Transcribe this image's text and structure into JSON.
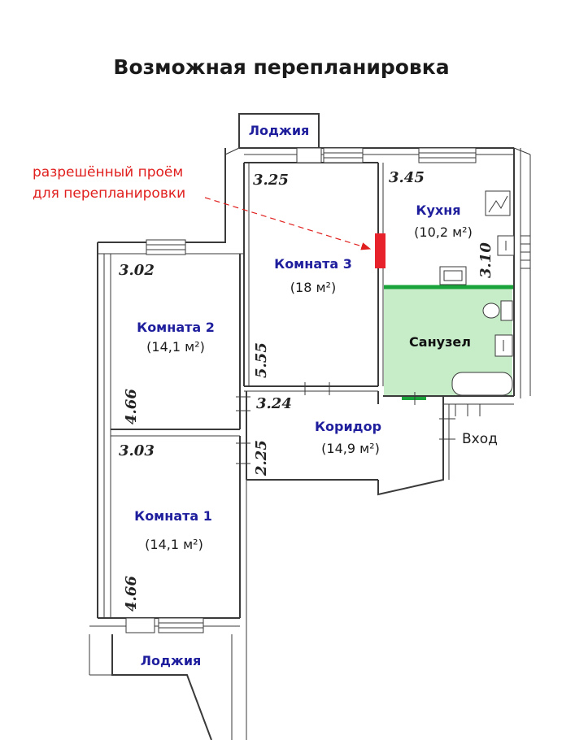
{
  "title": "Возможная перепланировка",
  "note": {
    "line1": "разрешённый проём",
    "line2": "для перепланировки"
  },
  "rooms": {
    "loggia_top": "Лоджия",
    "loggia_bottom": "Лоджия",
    "kitchen": {
      "name": "Кухня",
      "area": "(10,2 м²)"
    },
    "room3": {
      "name": "Комната 3",
      "area": "(18 м²)"
    },
    "room2": {
      "name": "Комната 2",
      "area": "(14,1 м²)"
    },
    "room1": {
      "name": "Комната 1",
      "area": "(14,1 м²)"
    },
    "bathroom": {
      "name": "Санузел"
    },
    "corridor": {
      "name": "Коридор",
      "area": "(14,9 м²)"
    },
    "entrance": "Вход"
  },
  "dimensions": {
    "d_325": "3.25",
    "d_345": "3.45",
    "d_302": "3.02",
    "d_310": "3.10",
    "d_555": "5.55",
    "d_466_top": "4.66",
    "d_324": "3.24",
    "d_225": "2.25",
    "d_303": "3.03",
    "d_466_bottom": "4.66"
  },
  "colors": {
    "opening": "#e8222a",
    "bathroom_fill": "#c6ecc8",
    "bathroom_edge": "#1aa33a",
    "note_text": "#e0201e",
    "room_label": "#1f1f9e"
  }
}
